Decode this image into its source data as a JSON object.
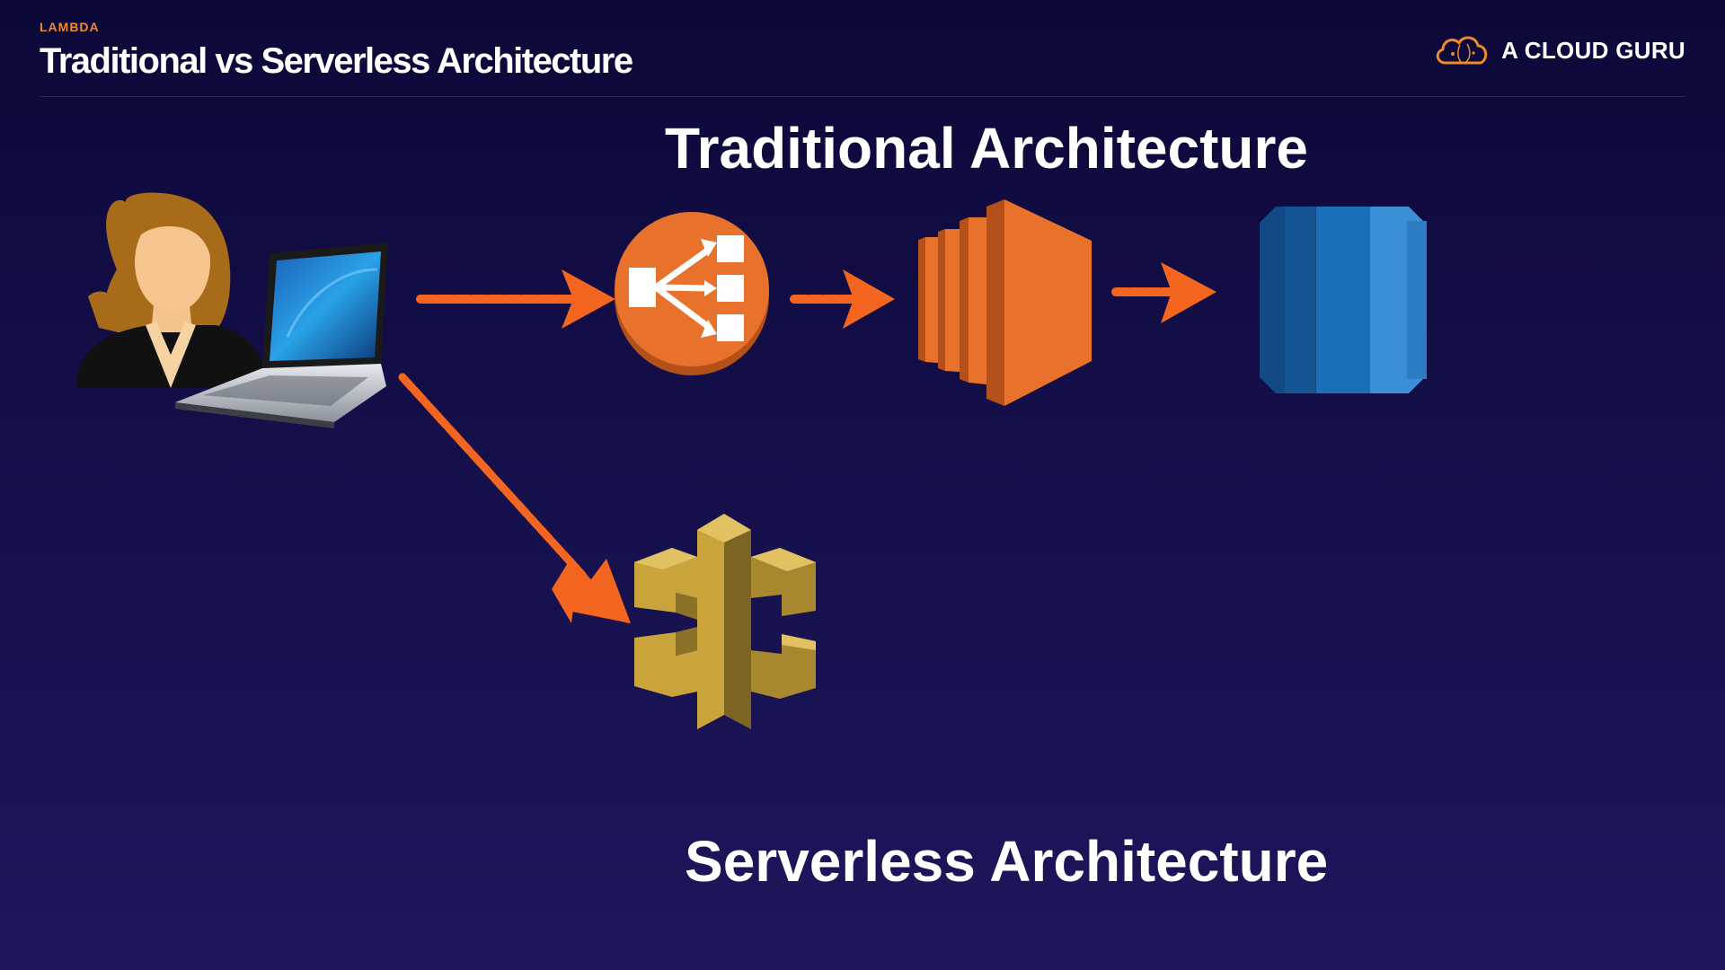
{
  "header": {
    "eyebrow": "LAMBDA",
    "title": "Traditional vs Serverless Architecture"
  },
  "brand": {
    "name": "A CLOUD GURU",
    "icon": "cloud-logo-icon",
    "color": "#f08a2c"
  },
  "sections": {
    "traditional_title": "Traditional Architecture",
    "serverless_title": "Serverless Architecture"
  },
  "nodes": [
    {
      "id": "user",
      "icon": "user-laptop-icon"
    },
    {
      "id": "load-balancer",
      "icon": "elastic-load-balancer-icon",
      "color": "#e8712c"
    },
    {
      "id": "ec2",
      "icon": "ec2-instances-icon",
      "color": "#e8712c"
    },
    {
      "id": "database",
      "icon": "rds-database-icon",
      "color": "#1a6fba"
    },
    {
      "id": "api-gateway",
      "icon": "api-gateway-icon",
      "color": "#c9a43a"
    }
  ],
  "connections": [
    {
      "from": "user",
      "to": "load-balancer"
    },
    {
      "from": "load-balancer",
      "to": "ec2"
    },
    {
      "from": "ec2",
      "to": "database"
    },
    {
      "from": "user",
      "to": "api-gateway"
    }
  ],
  "arrow_color": "#f4661f"
}
